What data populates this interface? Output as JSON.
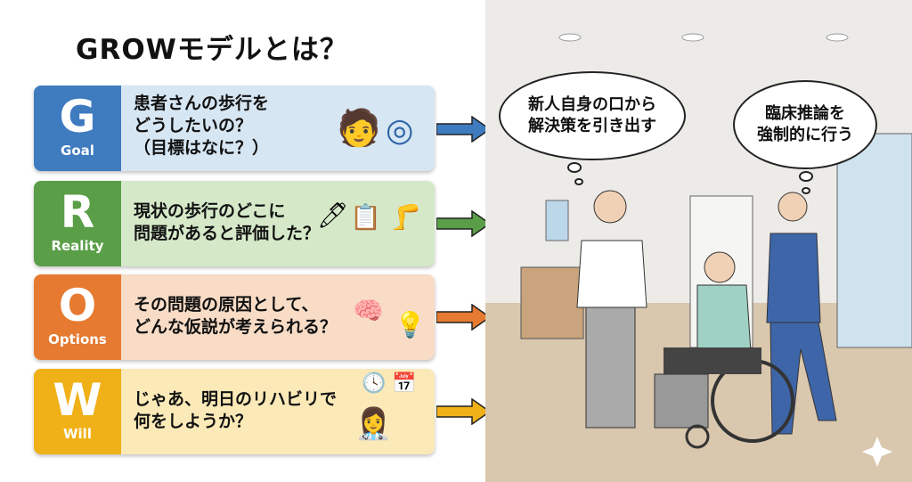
{
  "title": "GROWモデルとは？",
  "steps": [
    {
      "letter": "G",
      "word": "Goal",
      "question": "患者さんの歩行を\nどうしたいの？\n（目標はなに？）",
      "color": "#3f7bbf",
      "bg": "#d6e6f3",
      "icons": [
        "patient-icon",
        "target-icon"
      ]
    },
    {
      "letter": "R",
      "word": "Reality",
      "question": "現状の歩行のどこに\n問題があると評価した？",
      "color": "#5a9e48",
      "bg": "#d5e9c9",
      "icons": [
        "pen-icon",
        "clipboard-chart-icon",
        "knee-icon"
      ]
    },
    {
      "letter": "O",
      "word": "Options",
      "question": "その問題の原因として、\nどんな仮説が考えられる？",
      "color": "#e57a30",
      "bg": "#f8dcc6",
      "icons": [
        "brain-icon",
        "lightbulb-icon"
      ]
    },
    {
      "letter": "W",
      "word": "Will",
      "question": "じゃあ、明日のリハビリで\n何をしようか？",
      "color": "#f0b018",
      "bg": "#fbeab8",
      "icons": [
        "clock-icon",
        "calendar-icon",
        "staff-icon"
      ]
    }
  ],
  "scene": {
    "bubble_left": "新人自身の口から\n解決策を引き出す",
    "bubble_right": "臨床推論を\n強制的に行う"
  }
}
